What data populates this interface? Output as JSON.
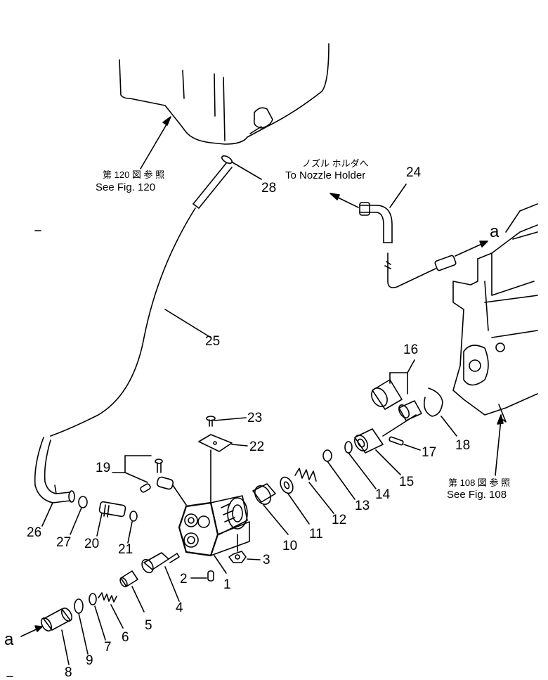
{
  "labels": {
    "p1": "1",
    "p2": "2",
    "p3": "3",
    "p4": "4",
    "p5": "5",
    "p6": "6",
    "p7": "7",
    "p8": "8",
    "p9": "9",
    "p10": "10",
    "p11": "11",
    "p12": "12",
    "p13": "13",
    "p14": "14",
    "p15": "15",
    "p16": "16",
    "p17": "17",
    "p18": "18",
    "p19": "19",
    "p20": "20",
    "p21": "21",
    "p22": "22",
    "p23": "23",
    "p24": "24",
    "p25": "25",
    "p26": "26",
    "p27": "27",
    "p28": "28"
  },
  "references": {
    "fig120_jp": "第 120 図 参 照",
    "fig120_en": "See Fig. 120",
    "fig108_jp": "第 108 図 参 照",
    "fig108_en": "See Fig. 108",
    "nozzle_jp": "ノズル ホルダへ",
    "nozzle_en": "To Nozzle Holder"
  },
  "connections": {
    "a_top": "a",
    "a_bottom": "a"
  }
}
